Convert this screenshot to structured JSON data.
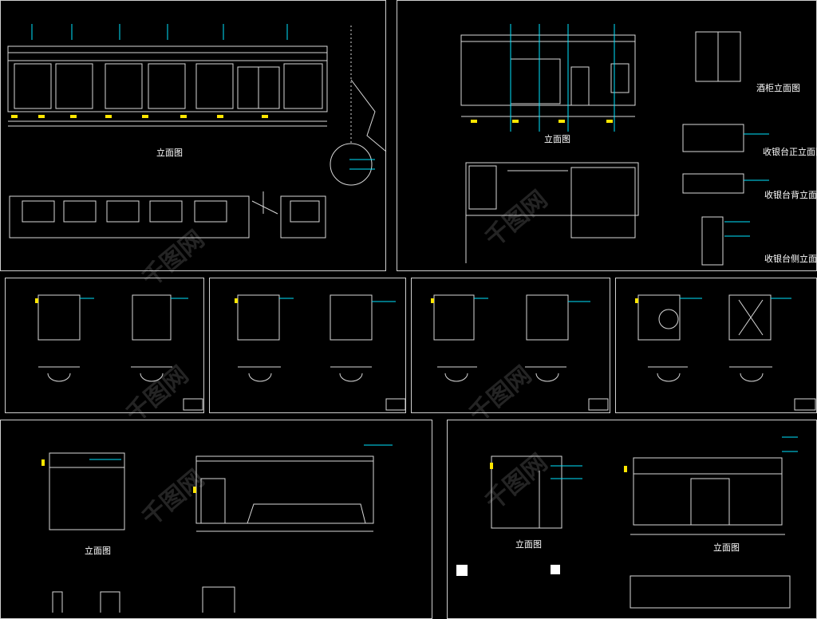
{
  "labels": {
    "elevation": "立面图",
    "cabinet_elev": "酒柜立面图",
    "cashier_front": "收银台正立面图",
    "cashier_back": "收银台背立面图",
    "cashier_side": "收银台侧立面图"
  },
  "watermark": "千图网",
  "colors": {
    "line": "#d8d8d8",
    "cyan": "#00e5ff",
    "yellow": "#ffe600",
    "red": "#ff3030"
  }
}
